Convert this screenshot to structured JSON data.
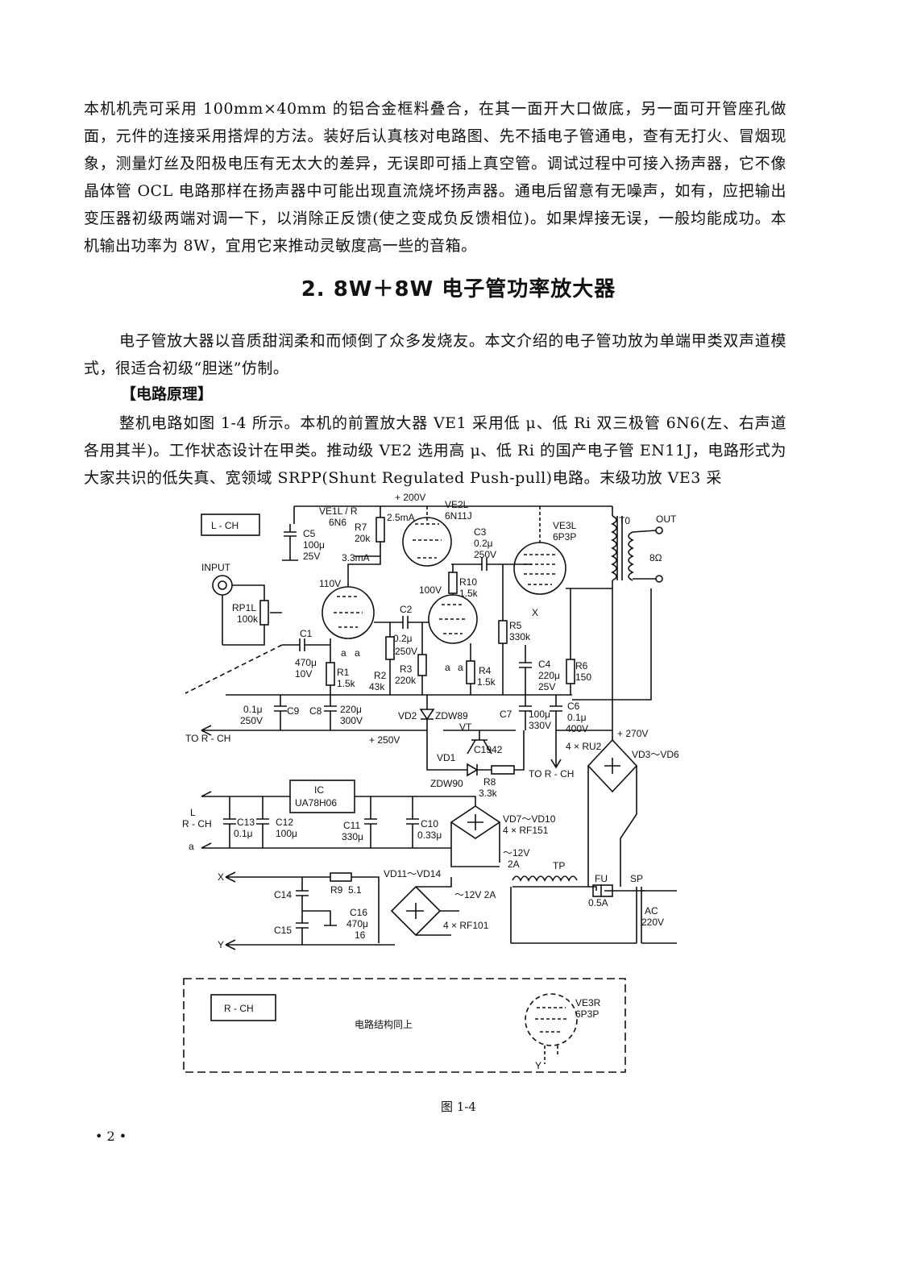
{
  "paragraphs": [
    "本机机壳可采用 100mm×40mm 的铝合金框料叠合，在其一面开大口做底，另一面可开管座孔做面，元件的连接采用搭焊的方法。装好后认真核对电路图、先不插电子管通电，查有无打火、冒烟现象，测量灯丝及阳极电压有无太大的差异，无误即可插上真空管。调试过程中可接入扬声器，它不像晶体管 OCL 电路那样在扬声器中可能出现直流烧坏扬声器。通电后留意有无噪声，如有，应把输出变压器初级两端对调一下，以消除正反馈(使之变成负反馈相位)。如果焊接无误，一般均能成功。本机输出功率为 8W，宜用它来推动灵敏度高一些的音箱。",
    "电子管放大器以音质甜润柔和而倾倒了众多发烧友。本文介绍的电子管功放为单端甲类双声道模式，很适合初级“胆迷”仿制。",
    "整机电路如图 1-4 所示。本机的前置放大器 VE1 采用低 μ、低 Ri 双三极管 6N6(左、右声道各用其半)。工作状态设计在甲类。推动级 VE2 选用高 μ、低 Ri 的国产电子管 EN11J，电路形式为大家共识的低失真、宽领域 SRPP(Shunt Regulated Push-pull)电路。末级功放 VE3 采"
  ],
  "heading": "2.  8W＋8W 电子管功率放大器",
  "section_label": "【电路原理】",
  "schematic": {
    "labels": {
      "lch": "L - CH",
      "rch": "R - CH",
      "ve1": "VE1L / R",
      "ve1t": "6N6",
      "p200": "+ 200V",
      "i25": "2.5mA",
      "ve2": "VE2L",
      "ve2t": "6N11J",
      "c5": "C5",
      "c5v": "100μ",
      "c5u": "25V",
      "r7": "R7",
      "r7v": "20k",
      "i33": "3.3mA",
      "c3": "C3",
      "c3v": "0.2μ",
      "c3u": "250V",
      "ve3": "VE3L",
      "ve3t": "6P3P",
      "t0": "T0",
      "out": "OUT",
      "ohm": "8Ω",
      "input": "INPUT",
      "rp1": "RP1L",
      "rp1v": "100k",
      "v110": "110V",
      "v100": "100V",
      "r10": "R10",
      "r10v": "1.5k",
      "c2": "C2",
      "c2v": "0.2μ",
      "c2u": "250V",
      "c1": "C1",
      "c1v": "470μ",
      "c1u": "10V",
      "r1": "R1",
      "r1v": "1.5k",
      "r2": "R2",
      "r2v": "43k",
      "r3": "R3",
      "r3v": "220k",
      "r4": "R4",
      "r4v": "1.5k",
      "r5": "R5",
      "r5v": "330k",
      "c4": "C4",
      "c4v": "220μ",
      "c4u": "25V",
      "r6": "R6",
      "r6v": "150",
      "x1": "X",
      "aa": "a",
      "c9v": "0.1μ",
      "c9u": "250V",
      "c9": "C9",
      "c8": "C8",
      "c8v": "220μ",
      "c8u": "300V",
      "torch": "TO R - CH",
      "p250": "+ 250V",
      "vd2": "VD2",
      "zdw89": "ZDW89",
      "vt": "VT",
      "c1942": "C1942",
      "vd1": "VD1",
      "zdw90": "ZDW90",
      "r8": "R8",
      "r8v": "3.3k",
      "c7": "C7",
      "c7v": "100μ",
      "c7u": "330V",
      "c6": "C6",
      "c6v": "0.1μ",
      "c6u": "400V",
      "p270": "+ 270V",
      "ru2": "4 × RU2",
      "vd36": "VD3～VD6",
      "torch2": "TO R - CH",
      "ic": "IC",
      "ua": "UA78H06",
      "l": "L",
      "rch2": "R - CH",
      "c13": "C13",
      "c13v": "0.1μ",
      "c12": "C12",
      "c12v": "100μ",
      "c11": "C11",
      "c11v": "330μ",
      "c10": "C10",
      "c10v": "0.33μ",
      "vd710": "VD7～VD10",
      "rf151": "4 × RF151",
      "v12": "～12V",
      "a2": "2A",
      "tp": "TP",
      "xo": "X",
      "r9": "R9",
      "r9v": "5.1",
      "vd1114": "VD11～VD14",
      "v12b": "～12V 2A",
      "fu": "FU",
      "fuv": "0.5A",
      "sp": "SP",
      "c14": "C14",
      "c16": "C16",
      "c16v": "470μ",
      "c16u": "16",
      "rf101": "4 × RF101",
      "c15": "C15",
      "ac": "AC",
      "ac220": "220V",
      "yo": "Y",
      "struct": "电路结构同上",
      "ve3r": "VE3R",
      "ve3rt": "6P3P",
      "yr": "Y"
    }
  },
  "caption": "图  1-4",
  "page_number": "• 2 •"
}
